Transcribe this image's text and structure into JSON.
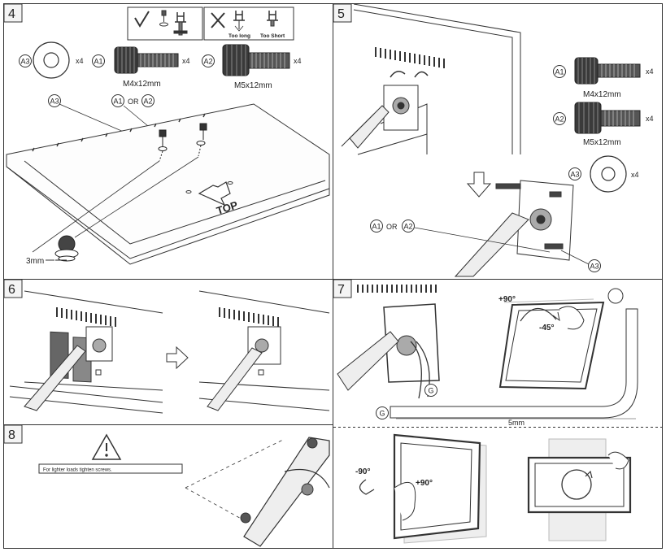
{
  "panels": {
    "p4": {
      "step": "4",
      "check": {
        "too_long": "Too long",
        "too_short": "Too Short"
      },
      "a3": {
        "code": "A3",
        "qty": "x4"
      },
      "a1": {
        "code": "A1",
        "qty": "x4",
        "size": "M4x12mm"
      },
      "a2": {
        "code": "A2",
        "qty": "x4",
        "size": "M5x12mm"
      },
      "callout_a3": "A3",
      "callout_a1": "A1",
      "callout_or": "OR",
      "callout_a2": "A2",
      "top_label": "TOP",
      "gap_label": "3mm"
    },
    "p5": {
      "step": "5",
      "a1": {
        "code": "A1",
        "qty": "x4",
        "size": "M4x12mm"
      },
      "a2": {
        "code": "A2",
        "qty": "x4",
        "size": "M5x12mm"
      },
      "a3": {
        "code": "A3",
        "qty": "x4"
      },
      "callout_a1": "A1",
      "callout_or": "OR",
      "callout_a2": "A2",
      "callout_a3": "A3"
    },
    "p6": {
      "step": "6"
    },
    "p7": {
      "step": "7",
      "plus90": "+90°",
      "minus45": "-45°",
      "g_label": "G",
      "g_label2": "G",
      "width_label": "5mm"
    },
    "p8": {
      "step": "8",
      "warning_text": "For lighter loads tighten screws."
    },
    "p9": {
      "minus90": "-90°",
      "plus90": "+90°"
    }
  }
}
